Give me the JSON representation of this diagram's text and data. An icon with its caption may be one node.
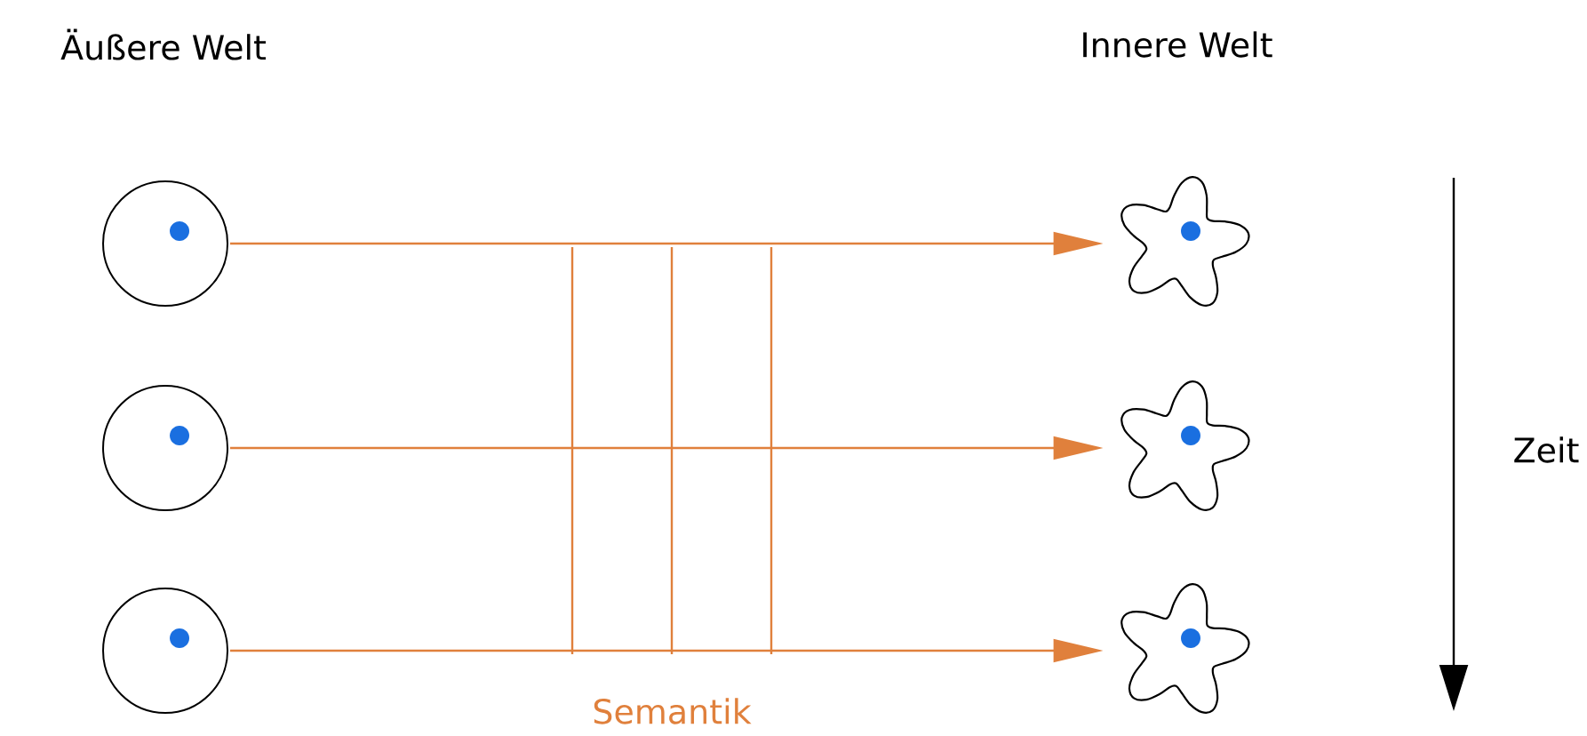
{
  "diagram": {
    "nodes": [
      {
        "text": [],
        "shape": "circle"
      },
      {
        "text": [],
        "shape": "circle"
      },
      {
        "text": [],
        "shape": "circle"
      },
      {
        "text": [],
        "shape": "cloud"
      },
      {
        "text": [],
        "shape": "cloud"
      },
      {
        "text": [],
        "shape": "cloud"
      }
    ],
    "edges": [
      {
        "from": 0,
        "to": 3,
        "arrow": "to"
      },
      {
        "from": 1,
        "to": 4,
        "arrow": "to"
      },
      {
        "from": 2,
        "to": 5,
        "arrow": "to"
      }
    ],
    "labels": [
      "Äußere Welt",
      "Innere Welt",
      "Zeit",
      "Semantik"
    ]
  }
}
